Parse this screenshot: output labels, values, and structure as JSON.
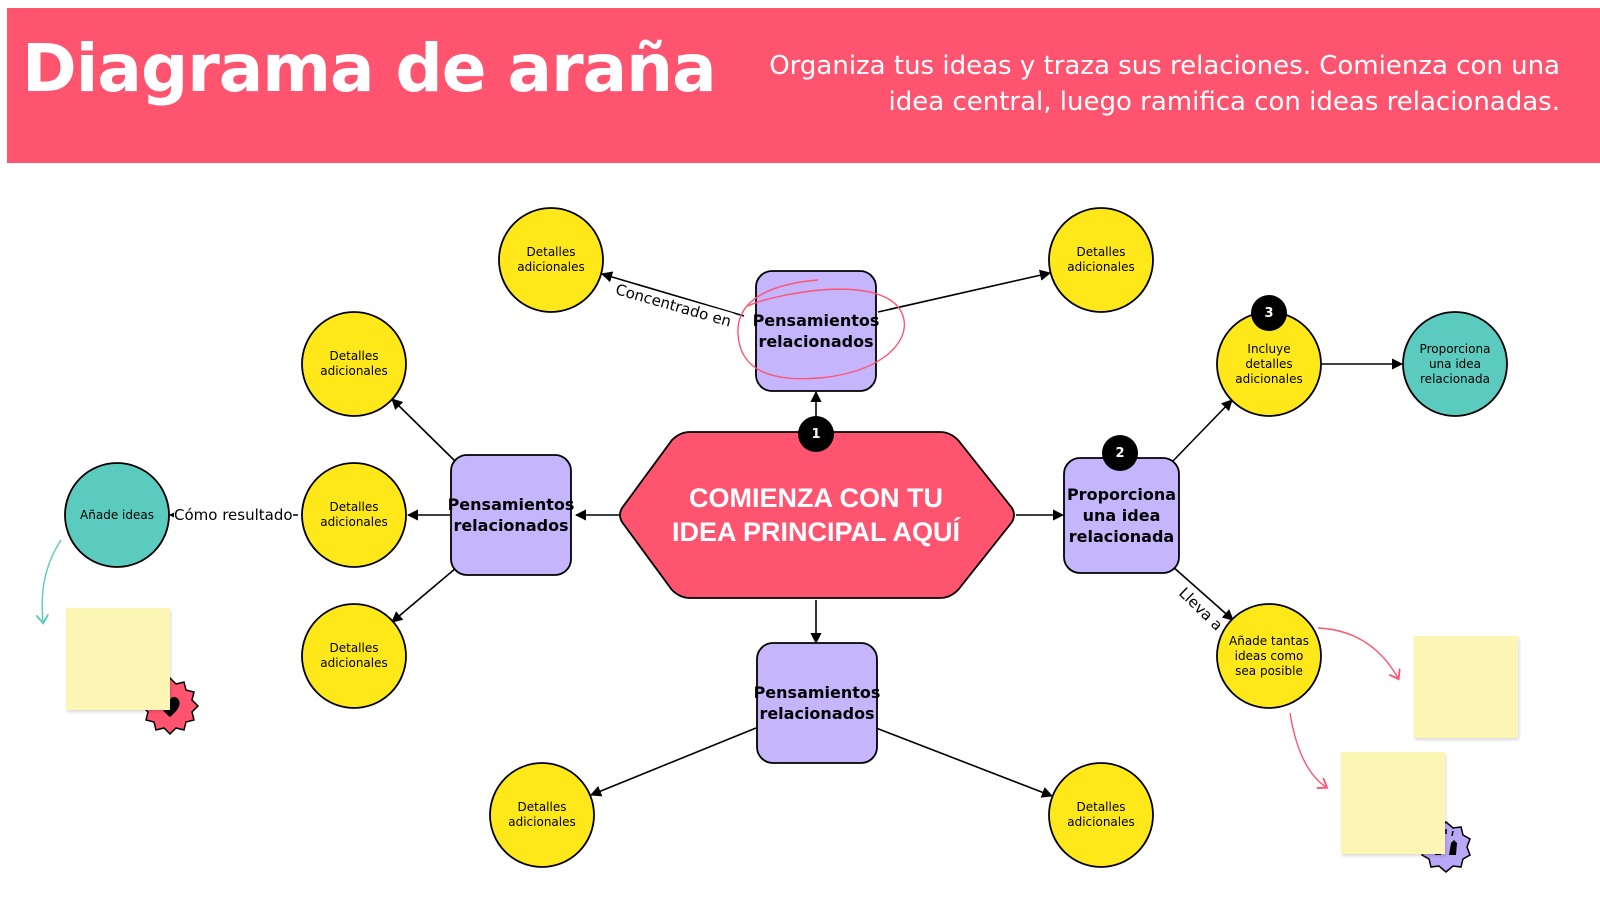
{
  "header": {
    "title": "Diagrama de araña",
    "subtitle": "Organiza tus ideas y traza sus relaciones. Comienza con una idea central, luego ramifica con ideas relacionadas."
  },
  "colors": {
    "header_bg": "#ff5470",
    "center_fill": "#ff5470",
    "square_fill": "#c4b5fd",
    "yellow_fill": "#ffe81a",
    "teal_fill": "#5ccbbf",
    "sticky_fill": "#fbf6b4"
  },
  "center": {
    "label": "COMIENZA CON TU IDEA PRINCIPAL AQUÍ"
  },
  "squares": {
    "top": "Pensamientos relacionados",
    "left": "Pensamientos relacionados",
    "bottom": "Pensamientos relacionados",
    "right": "Proporciona una idea relacionada"
  },
  "circles": {
    "top_left": "Detalles adicionales",
    "top_right": "Detalles adicionales",
    "left_top": "Detalles adicionales",
    "left_mid": "Detalles adicionales",
    "left_bottom": "Detalles adicionales",
    "bottom_left": "Detalles adicionales",
    "bottom_right": "Detalles adicionales",
    "right_upper": "Incluye detalles adicionales",
    "right_lower": "Añade tantas ideas como sea posible",
    "teal_right": "Proporciona una idea relacionada",
    "teal_left": "Añade ideas"
  },
  "edge_labels": {
    "concentrado": "Concentrado en",
    "resultado": "Cómo resultado",
    "lleva": "Lleva a"
  },
  "badges": {
    "one": "1",
    "two": "2",
    "three": "3"
  },
  "stickers": {
    "heart": "heart-sticker-icon",
    "hands": "raised-hands-sticker-icon"
  }
}
